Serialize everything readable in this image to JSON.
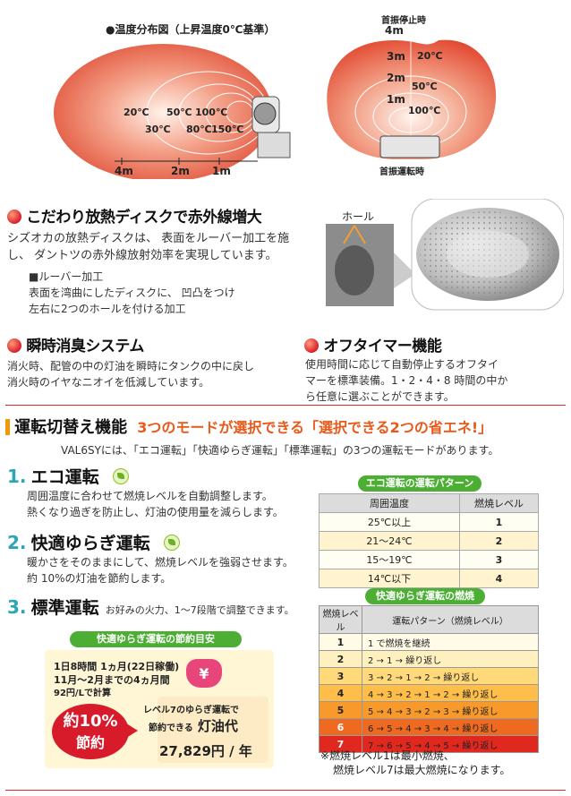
{
  "top": {
    "diagram_title": "●温度分布図（上昇温度0℃基準）",
    "left_labels": [
      "20℃",
      "50℃",
      "100℃",
      "30℃",
      "80℃",
      "150℃"
    ],
    "left_axis": [
      "4m",
      "2m",
      "1m"
    ],
    "right_top_label": "首振停止時",
    "right_distances": [
      "4m",
      "3m",
      "2m",
      "1m"
    ],
    "right_temps": [
      "20℃",
      "50℃",
      "100℃"
    ],
    "right_bottom_label": "首振運転時"
  },
  "disk": {
    "title": "こだわり放熱ディスクで赤外線増大",
    "body": [
      "シズオカの放熱ディスクは、 表面をルーバー加工を施",
      "し、 ダントツの赤外線放射効率を実現しています。"
    ],
    "sub_title": "■ルーバー加工",
    "sub_body": [
      "表面を湾曲にしたディスクに、 凹凸をつけ",
      "左右に2つのホールを付ける加工"
    ],
    "hole_label": "ホール"
  },
  "deodor": {
    "title": "瞬時消臭システム",
    "body": [
      "消火時、配管の中の灯油を瞬時にタンクの中に戻し",
      "消火時のイヤなニオイを低減しています。"
    ]
  },
  "offtimer": {
    "title": "オフタイマー機能",
    "body": [
      "使用時間に応じて自動停止するオフタイ",
      "マーを標準装備。1・2・4・8 時間の中か",
      "ら任意に選ぶことができます。"
    ]
  },
  "modes_header": {
    "title": "運転切替え機能",
    "subtitle": "3つのモードが選択できる「選択できる2つの省エネ!」",
    "intro": "VAL6SYには、「エコ運転」「快適ゆらぎ運転」「標準運転」の3つの運転モードがあります。"
  },
  "mode1": {
    "num": "1.",
    "title": "エコ運転",
    "body": [
      "周囲温度に合わせて燃焼レベルを自動調整します。",
      "熱くなり過ぎを防止し、灯油の使用量を減らします。"
    ]
  },
  "mode2": {
    "num": "2.",
    "title": "快適ゆらぎ運転",
    "body": [
      "暖かさをそのままにして、燃焼レベルを強弱させます。",
      "約 10%の灯油を節約します。"
    ]
  },
  "mode3": {
    "num": "3.",
    "title": "標準運転",
    "note": "お好みの火力、1～7段階で調整できます。"
  },
  "eco_table": {
    "title": "エコ運転の運転パターン",
    "headers": [
      "周囲温度",
      "燃焼レベル"
    ],
    "rows": [
      [
        "25℃以上",
        "1"
      ],
      [
        "21～24℃",
        "2"
      ],
      [
        "15～19℃",
        "3"
      ],
      [
        "14℃以下",
        "4"
      ]
    ]
  },
  "yuragi_table": {
    "title": "快適ゆらぎ運転の燃焼",
    "headers": [
      "燃焼レベル",
      "運転パターン（燃焼レベル）"
    ],
    "rows": [
      [
        "1",
        "1 で燃焼を継続"
      ],
      [
        "2",
        "2 → 1 → 繰り返し"
      ],
      [
        "3",
        "3 → 2 → 1 → 2 → 繰り返し"
      ],
      [
        "4",
        "4 → 3 → 2 → 1 → 2 → 繰り返し"
      ],
      [
        "5",
        "5 → 4 → 3 → 2 → 3 → 繰り返し"
      ],
      [
        "6",
        "6 → 5 → 4 → 3 → 4 → 繰り返し"
      ],
      [
        "7",
        "7 → 6 → 5 → 4 → 5 → 繰り返し"
      ]
    ],
    "row_colors": [
      "#fffbe6",
      "#fff1bf",
      "#ffd97a",
      "#ffbe4a",
      "#f79a2b",
      "#ee6a20",
      "#e0281e"
    ],
    "note": [
      "※燃焼レベル1は最小燃焼、",
      "燃焼レベル7は最大燃焼になります。"
    ]
  },
  "savings": {
    "title": "快適ゆらぎ運転の節約目安",
    "cond1": "1日8時間 1ヵ月(22日稼働)",
    "cond2": "11月～2月までの4ヵ月間",
    "cond3": "92円/Lで計算",
    "badge_top": "約10%",
    "badge_bottom": "節約",
    "desc1": "レベル7のゆらぎ運転で",
    "desc2": "節約できる",
    "desc3": "灯油代",
    "amount": "27,829円 / 年",
    "purse_symbol": "¥"
  }
}
